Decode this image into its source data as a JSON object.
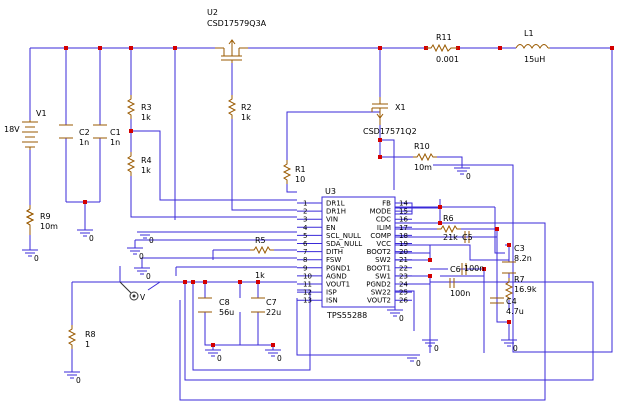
{
  "colors": {
    "wire": "#3a2ad8",
    "part": "#9a5a00",
    "dot": "#d40000",
    "chip": "#3a2ad8",
    "text": "#000000"
  },
  "labels": {
    "u2_ref": "U2",
    "u2_val": "CSD17579Q3A",
    "v1_ref": "V1",
    "v1_val": "18V",
    "c2_ref": "C2",
    "c2_val": "1n",
    "c1_ref": "C1",
    "c1_val": "1n",
    "r3_ref": "R3",
    "r3_val": "1k",
    "r4_ref": "R4",
    "r4_val": "1k",
    "r2_ref": "R2",
    "r2_val": "1k",
    "r9_ref": "R9",
    "r9_val": "10m",
    "r11_ref": "R11",
    "r11_val": "0.001",
    "l1_ref": "L1",
    "l1_val": "15uH",
    "x1_ref": "X1",
    "x1_val": "CSD17571Q2",
    "r10_ref": "R10",
    "r10_val": "10m",
    "r1_ref": "R1",
    "r1_val": "10",
    "u3_ref": "U3",
    "u3_name": "TPS55288",
    "r6_ref": "R6",
    "r6_val": "21k",
    "c5_ref": "C5",
    "c3_ref": "C3",
    "c3_val": "8.2n",
    "r7_ref": "R7",
    "r7_val": "16.9k",
    "c4_ref": "C4",
    "c4_val": "4.7u",
    "c6_ref": "C6",
    "c6_val": "100n",
    "c_b1_val": "100n",
    "r5_ref": "R5",
    "r5_val": "1k",
    "c8_ref": "C8",
    "c8_val": "56u",
    "c7_ref": "C7",
    "c7_val": "22u",
    "r8_ref": "R8",
    "r8_val": "1",
    "probe_val": "V",
    "ground_zero": "0"
  },
  "chip": {
    "left_pins": [
      {
        "num": "1",
        "name": "DR1L"
      },
      {
        "num": "2",
        "name": "DR1H"
      },
      {
        "num": "3",
        "name": "VIN"
      },
      {
        "num": "4",
        "name": "EN"
      },
      {
        "num": "5",
        "name": "SCL_NULL"
      },
      {
        "num": "6",
        "name": "SDA_NULL"
      },
      {
        "num": "7",
        "name": "DITH"
      },
      {
        "num": "8",
        "name": "FSW"
      },
      {
        "num": "9",
        "name": "PGND1"
      },
      {
        "num": "10",
        "name": "AGND"
      },
      {
        "num": "11",
        "name": "VOUT1"
      },
      {
        "num": "12",
        "name": "ISP"
      },
      {
        "num": "13",
        "name": "ISN"
      }
    ],
    "right_pins": [
      {
        "num": "14",
        "name": "FB"
      },
      {
        "num": "15",
        "name": "MODE"
      },
      {
        "num": "16",
        "name": "CDC"
      },
      {
        "num": "17",
        "name": "ILIM"
      },
      {
        "num": "18",
        "name": "COMP"
      },
      {
        "num": "19",
        "name": "VCC"
      },
      {
        "num": "20",
        "name": "BOOT2"
      },
      {
        "num": "21",
        "name": "SW2"
      },
      {
        "num": "22",
        "name": "BOOT1"
      },
      {
        "num": "23",
        "name": "SW1"
      },
      {
        "num": "24",
        "name": "PGND2"
      },
      {
        "num": "25",
        "name": "SW22"
      },
      {
        "num": "26",
        "name": "VOUT2"
      }
    ]
  }
}
